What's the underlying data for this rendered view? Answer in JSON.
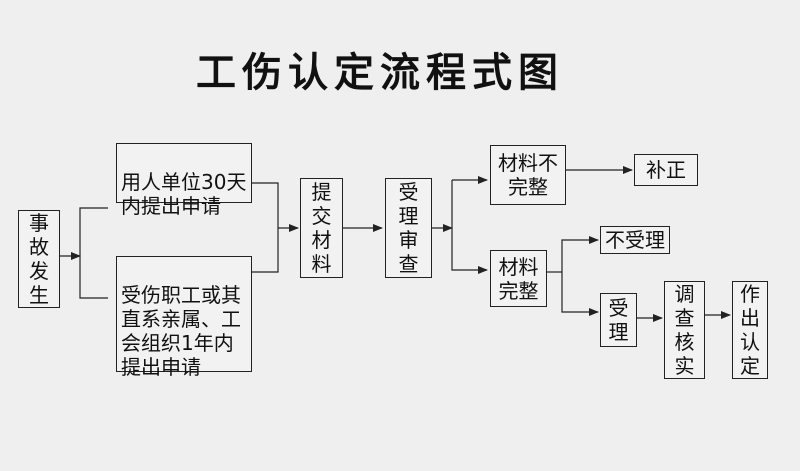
{
  "title": "工伤认定流程式图",
  "nodes": {
    "accident": "事故发生",
    "employer_apply": "用人单位30天\n内提出申请",
    "injured_apply": "受伤职工或其\n直系亲属、工\n会组织1年内\n提出申请",
    "submit": "提交材料",
    "accept_review": "受理审查",
    "incomplete": "材料不\n完整",
    "supplement": "补正",
    "complete": "材料\n完整",
    "not_accepted": "不受理",
    "accepted": "受理",
    "investigate": "调查核实",
    "decision": "作出认定"
  }
}
